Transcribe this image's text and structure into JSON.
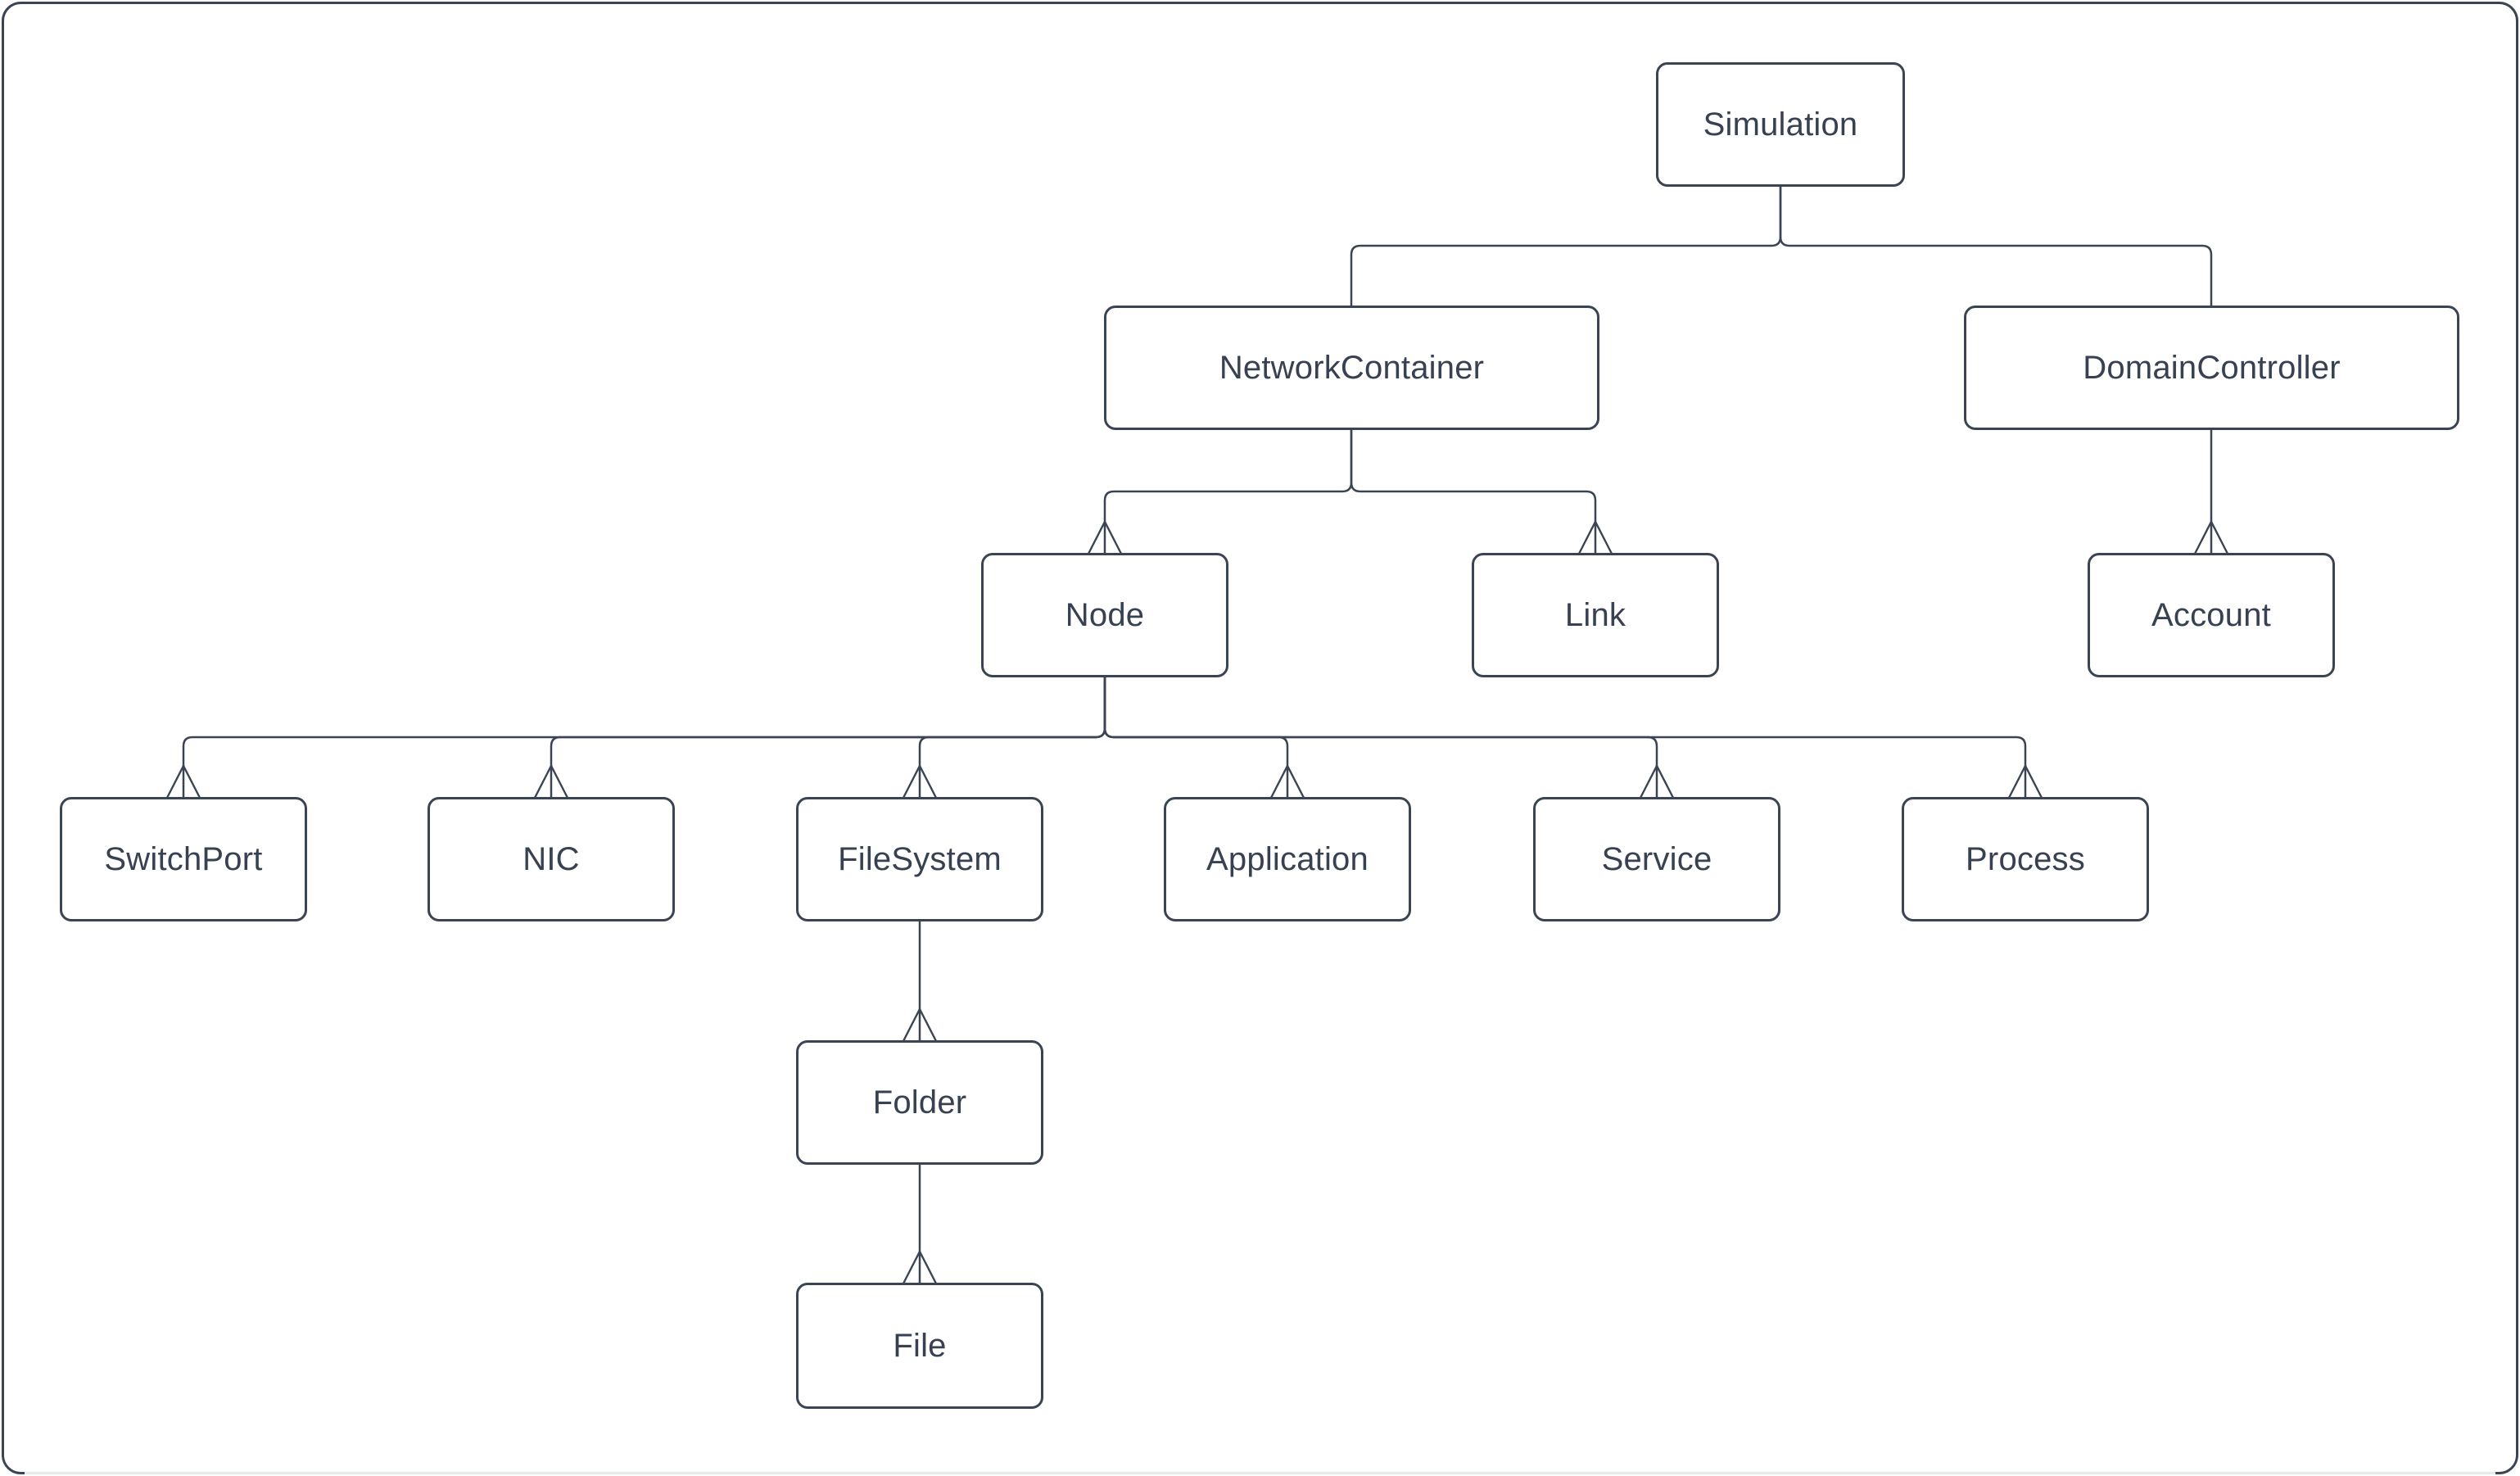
{
  "diagram": {
    "type": "hierarchy-tree",
    "colors": {
      "stroke": "#3b4453",
      "text": "#374151",
      "background": "#ffffff",
      "border_bottom_fade": "#e7e9ec"
    },
    "nodes": {
      "simulation": {
        "label": "Simulation"
      },
      "network_container": {
        "label": "NetworkContainer"
      },
      "domain_controller": {
        "label": "DomainController"
      },
      "node": {
        "label": "Node"
      },
      "link": {
        "label": "Link"
      },
      "account": {
        "label": "Account"
      },
      "switch_port": {
        "label": "SwitchPort"
      },
      "nic": {
        "label": "NIC"
      },
      "file_system": {
        "label": "FileSystem"
      },
      "application": {
        "label": "Application"
      },
      "service": {
        "label": "Service"
      },
      "process": {
        "label": "Process"
      },
      "folder": {
        "label": "Folder"
      },
      "file": {
        "label": "File"
      }
    },
    "edges": [
      {
        "from": "Simulation",
        "to": "NetworkContainer",
        "arrowhead": "none"
      },
      {
        "from": "Simulation",
        "to": "DomainController",
        "arrowhead": "none"
      },
      {
        "from": "NetworkContainer",
        "to": "Node",
        "arrowhead": "open-up"
      },
      {
        "from": "NetworkContainer",
        "to": "Link",
        "arrowhead": "open-up"
      },
      {
        "from": "DomainController",
        "to": "Account",
        "arrowhead": "open-up"
      },
      {
        "from": "Node",
        "to": "SwitchPort",
        "arrowhead": "open-up"
      },
      {
        "from": "Node",
        "to": "NIC",
        "arrowhead": "open-up"
      },
      {
        "from": "Node",
        "to": "FileSystem",
        "arrowhead": "open-up"
      },
      {
        "from": "Node",
        "to": "Application",
        "arrowhead": "open-up"
      },
      {
        "from": "Node",
        "to": "Service",
        "arrowhead": "open-up"
      },
      {
        "from": "Node",
        "to": "Process",
        "arrowhead": "open-up"
      },
      {
        "from": "FileSystem",
        "to": "Folder",
        "arrowhead": "open-up"
      },
      {
        "from": "Folder",
        "to": "File",
        "arrowhead": "open-up"
      }
    ]
  }
}
